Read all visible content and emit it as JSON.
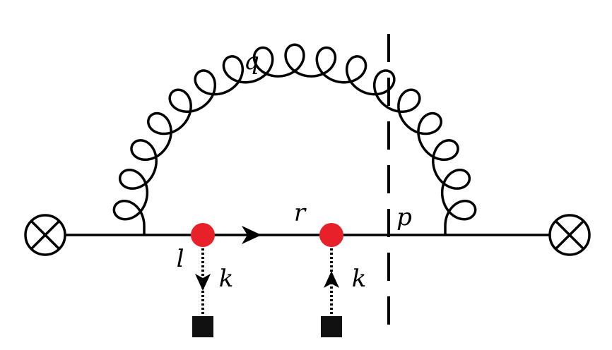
{
  "diagram": {
    "labels": {
      "gluon": "q",
      "line_left": "l",
      "line_mid": "r",
      "line_right": "p",
      "insertion_left": "k",
      "insertion_right": "k"
    },
    "colors": {
      "line": "#000000",
      "vertex": "#e8202a",
      "source": "#111111"
    },
    "glyphs": {
      "operator_vertex": "circle-times-icon",
      "external_source": "filled-square-icon",
      "arrow": "arrowhead-icon"
    }
  }
}
